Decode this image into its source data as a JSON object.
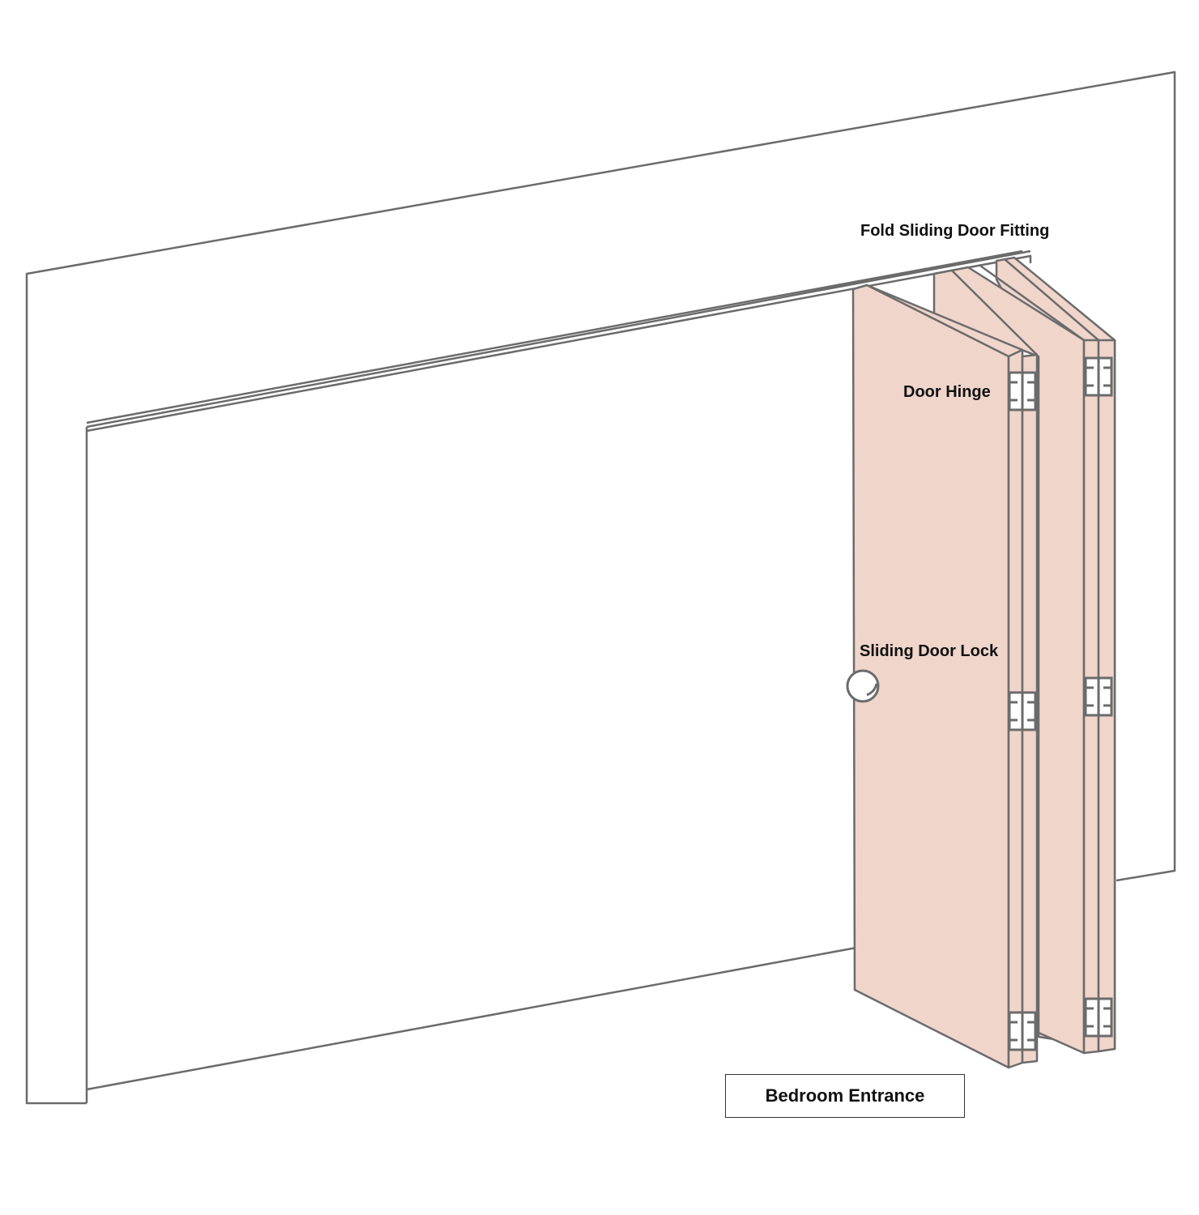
{
  "title_box": "Bedroom Entrance",
  "labels": {
    "fitting": "Fold Sliding Door Fitting",
    "hinge": "Door Hinge",
    "lock": "Sliding Door Lock"
  },
  "colors": {
    "line": "#6b6b6b",
    "door": "#f0d5cb",
    "background": "#ffffff"
  }
}
